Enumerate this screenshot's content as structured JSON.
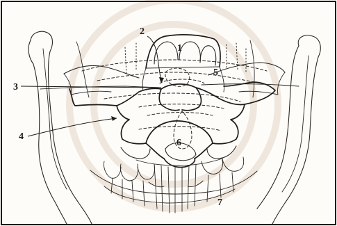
{
  "labels": {
    "l1": "1",
    "l2": "2",
    "l3": "3",
    "l4": "4",
    "l5": "5",
    "l6": "6",
    "l7": "7"
  },
  "colors": {
    "ink": "#2a2623",
    "background": "#fdfcf9",
    "frame": "#1e1b19"
  }
}
